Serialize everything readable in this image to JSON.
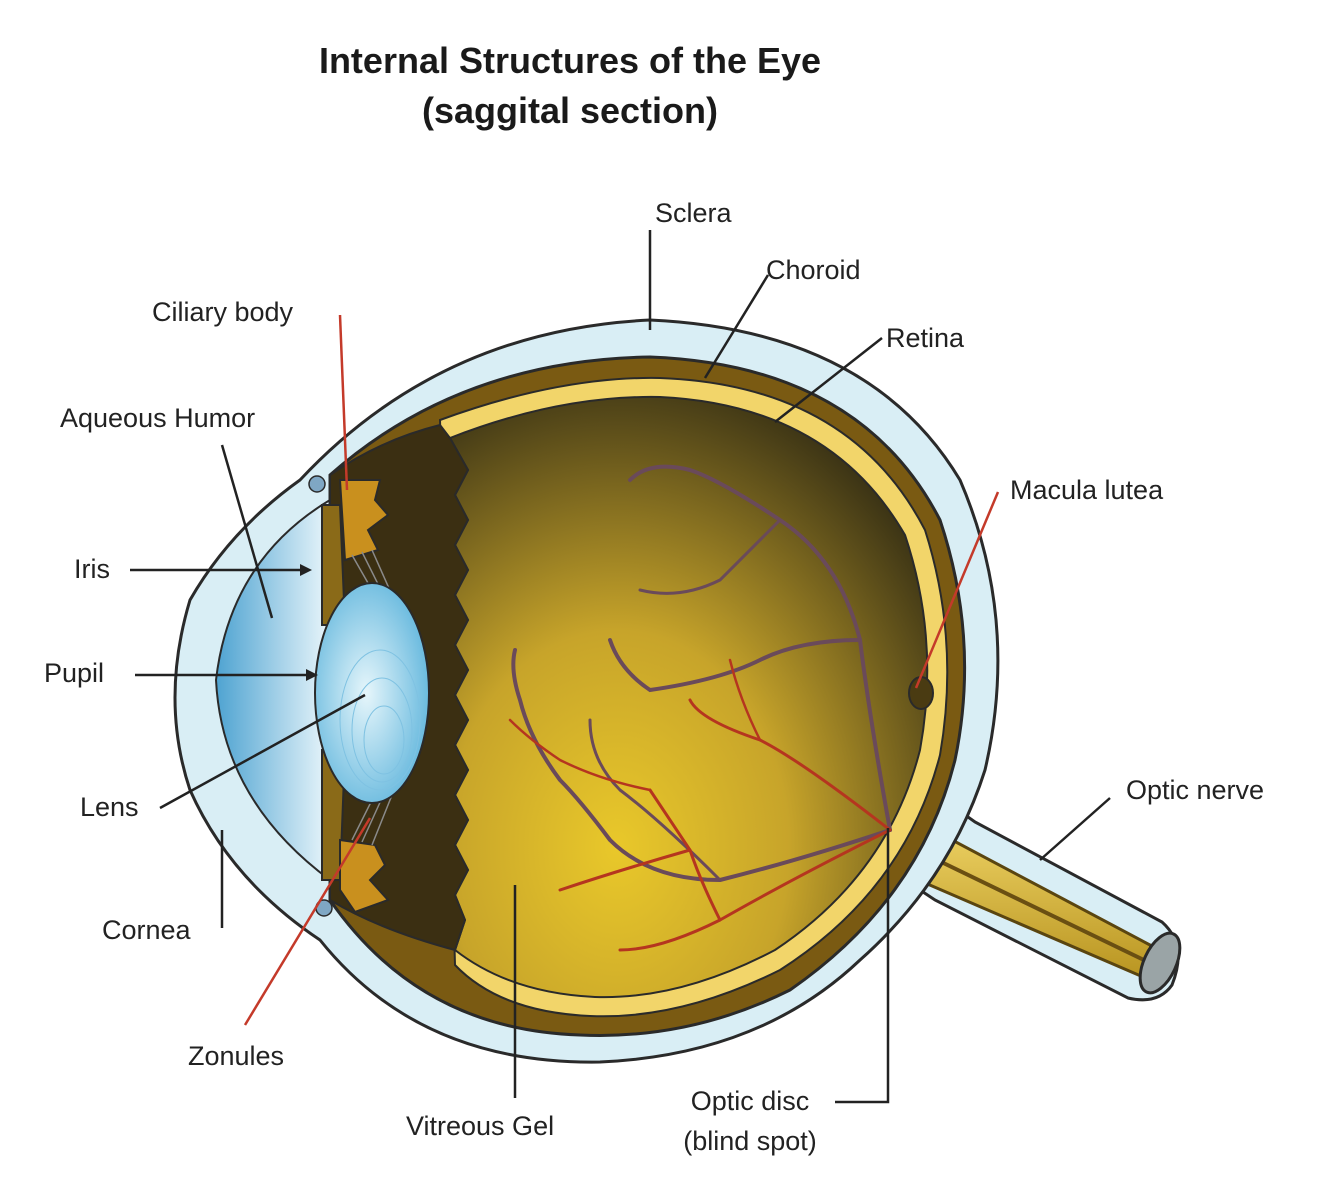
{
  "title": {
    "line1": "Internal Structures of the Eye",
    "line2": "(saggital section)"
  },
  "labels": {
    "sclera": "Sclera",
    "choroid": "Choroid",
    "retina": "Retina",
    "ciliary_body": "Ciliary body",
    "aqueous_humor": "Aqueous Humor",
    "macula_lutea": "Macula lutea",
    "iris": "Iris",
    "pupil": "Pupil",
    "lens": "Lens",
    "optic_nerve": "Optic nerve",
    "cornea": "Cornea",
    "zonules": "Zonules",
    "vitreous_gel": "Vitreous Gel",
    "optic_disc_1": "Optic disc",
    "optic_disc_2": "(blind spot)"
  },
  "colors": {
    "sclera": "#d9eef5",
    "outline": "#2a2a2a",
    "choroid": "#7a5a12",
    "retina": "#f2d56a",
    "vitreous_light": "#e3c22a",
    "vitreous_dark": "#3f3614",
    "ciliary": "#3b2f12",
    "lens": "#9fd3ea",
    "cornea": "#6fb4d8",
    "vessel_red": "#b5351f",
    "vessel_purple": "#6a4a5a",
    "red_leader": "#c43a2a"
  }
}
